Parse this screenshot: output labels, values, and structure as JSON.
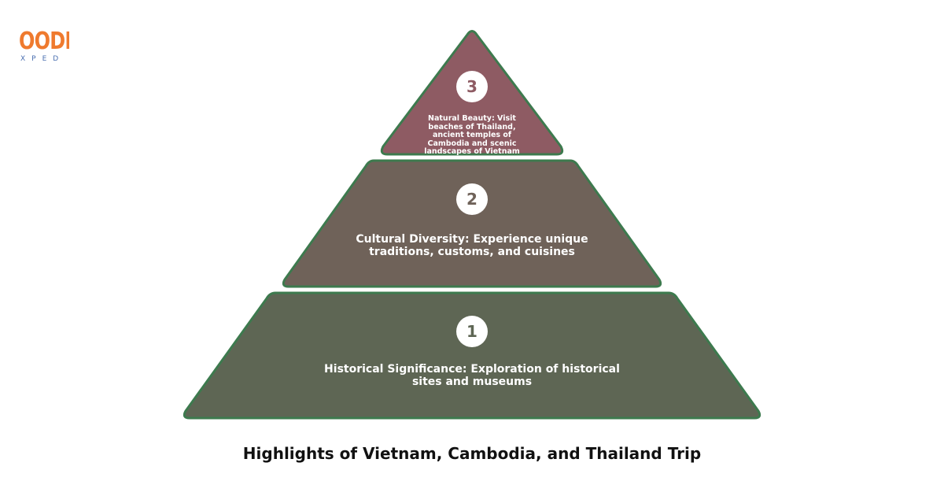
{
  "logo": {
    "main": "OODE",
    "sub": "XPED"
  },
  "tiers": [
    {
      "number": "1",
      "text": "Historical Significance: Exploration of historical sites and museums",
      "fill": "#5e6654",
      "num_color": "#5e6654"
    },
    {
      "number": "2",
      "text": "Cultural Diversity: Experience unique traditions, customs, and cuisines",
      "fill": "#6f6259",
      "num_color": "#6f6259"
    },
    {
      "number": "3",
      "text": "Natural Beauty: Visit beaches of Thailand, ancient temples of Cambodia and scenic landscapes of Vietnam",
      "fill": "#8e5b63",
      "num_color": "#8e5b63"
    }
  ],
  "colors": {
    "stroke": "#3d7a4e",
    "badge_bg": "#ffffff"
  },
  "caption": "Highlights of Vietnam, Cambodia, and Thailand Trip"
}
